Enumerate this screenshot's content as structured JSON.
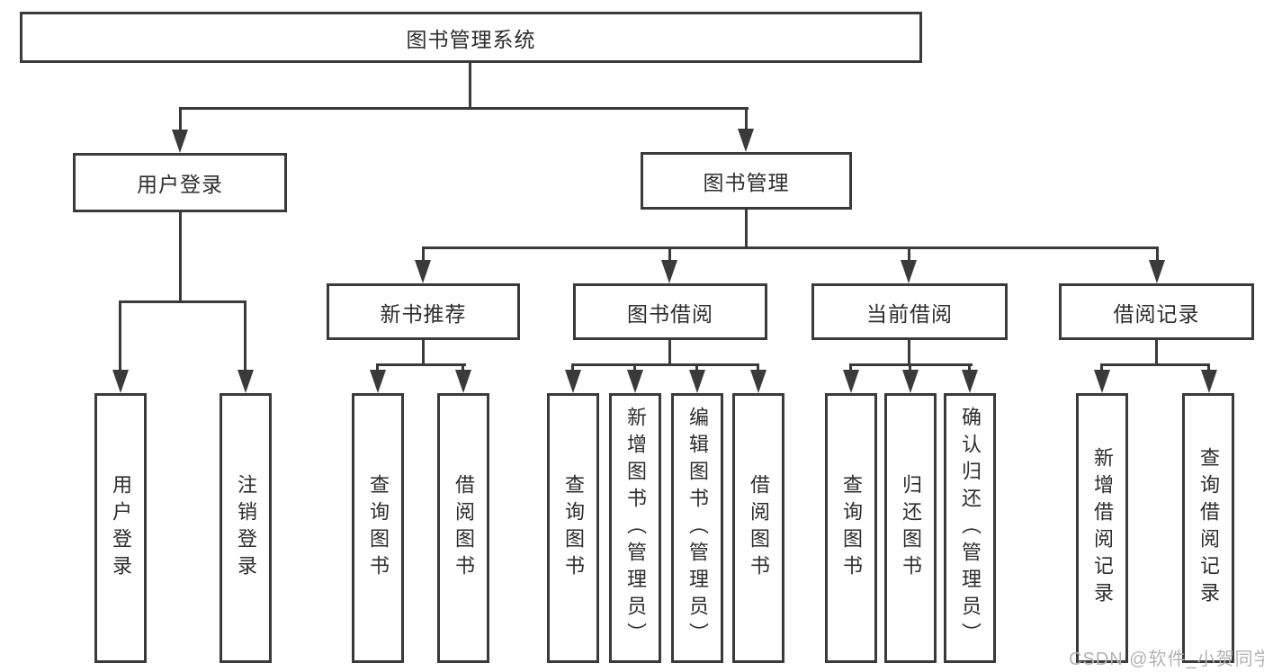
{
  "nodes": {
    "root": "图书管理系统",
    "user_login": "用户登录",
    "book_management": "图书管理",
    "new_book_recommend": "新书推荐",
    "book_borrow": "图书借阅",
    "current_borrow": "当前借阅",
    "borrow_record": "借阅记录"
  },
  "leaves": {
    "user_login": [
      "用户登录",
      "注销登录"
    ],
    "new_book_recommend": [
      "查询图书",
      "借阅图书"
    ],
    "book_borrow": [
      "查询图书",
      "新增图书（管理员）",
      "编辑图书（管理员）",
      "借阅图书"
    ],
    "current_borrow": [
      "查询图书",
      "归还图书",
      "确认归还（管理员）"
    ],
    "borrow_record": [
      "新增借阅记录",
      "查询借阅记录"
    ]
  },
  "watermark": "CSDN @软件_小贺同学",
  "colors": {
    "line": "#3a3a3a",
    "text": "#2d2d2d",
    "watermark": "#b3b3b3",
    "background": "#ffffff"
  }
}
